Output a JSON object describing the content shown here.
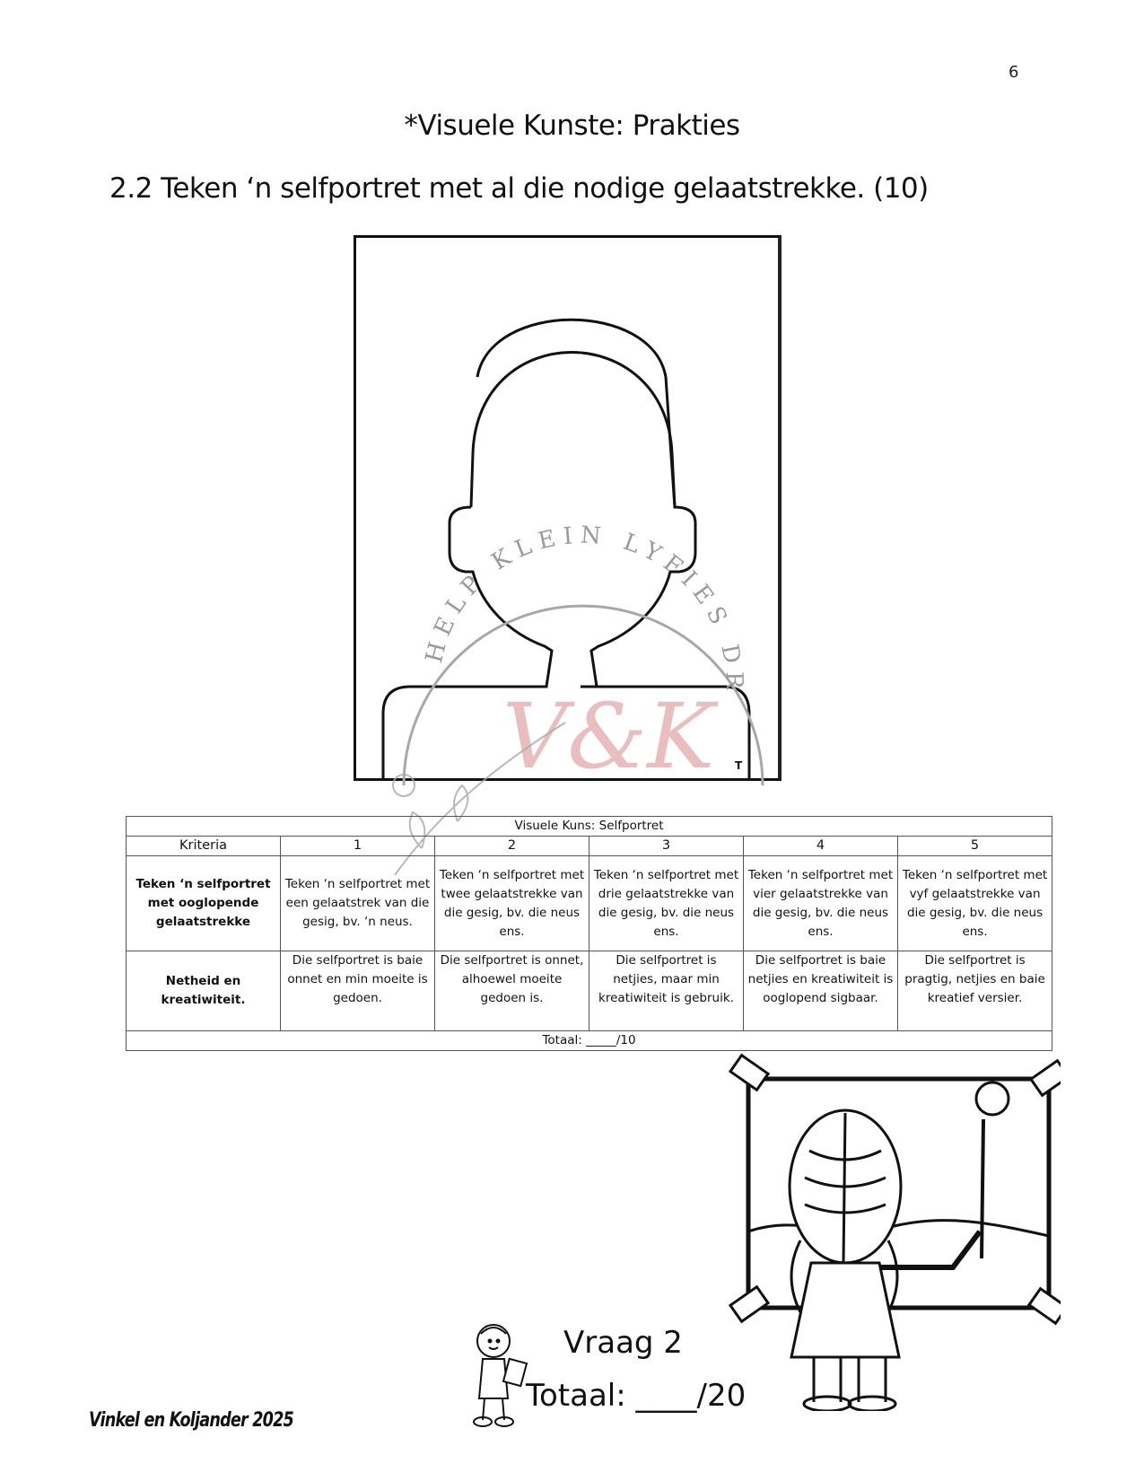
{
  "page": {
    "number": "6",
    "section_title": "*Visuele Kunste: Prakties",
    "question": "2.2 Teken ‘n selfportret met al die nodige gelaatstrekke. (10)"
  },
  "drawing_area": {
    "template": "head-and-shoulders-outline",
    "corner_mark": "T"
  },
  "watermark": {
    "arc_text": "HELP KLEIN LYFIES DROOM",
    "monogram": "V&K",
    "monogram_color": "#e3a9a9",
    "ring_color": "#a8a8a8"
  },
  "rubric": {
    "title": "Visuele Kuns: Selfportret",
    "headers": [
      "Kriteria",
      "1",
      "2",
      "3",
      "4",
      "5"
    ],
    "rows": [
      {
        "criterion": "Teken ‘n selfportret met ooglopende gelaatstrekke",
        "levels": [
          "Teken ‘n selfportret met een gelaatstrek van die gesig, bv. ‘n neus.",
          "Teken ‘n selfportret met twee gelaatstrekke van die gesig, bv. die neus ens.",
          "Teken ‘n selfportret met drie gelaatstrekke van die gesig, bv. die neus ens.",
          "Teken ‘n selfportret met vier gelaatstrekke van die gesig, bv. die neus ens.",
          "Teken ‘n selfportret met vyf gelaatstrekke van die gesig, bv. die neus ens."
        ]
      },
      {
        "criterion": "Netheid en kreatiwiteit.",
        "levels": [
          "Die selfportret is baie onnet en min moeite is gedoen.",
          "Die selfportret is onnet, alhoewel moeite gedoen is.",
          "Die selfportret  is netjies, maar min kreatiwiteit is gebruik.",
          "Die selfportret is baie netjies en kreatiwiteit is ooglopend sigbaar.",
          "Die selfportret  is pragtig, netjies en baie kreatief versier."
        ]
      }
    ],
    "total": "Totaal: _____/10"
  },
  "summary": {
    "question_label": "Vraag 2",
    "total_label": "Totaal: ____/20"
  },
  "illustrations": {
    "painting_girl": "girl-painting-at-easel",
    "small_kid": "child-holding-book"
  },
  "footer": {
    "credit": "Vinkel en Koljander 2025"
  }
}
